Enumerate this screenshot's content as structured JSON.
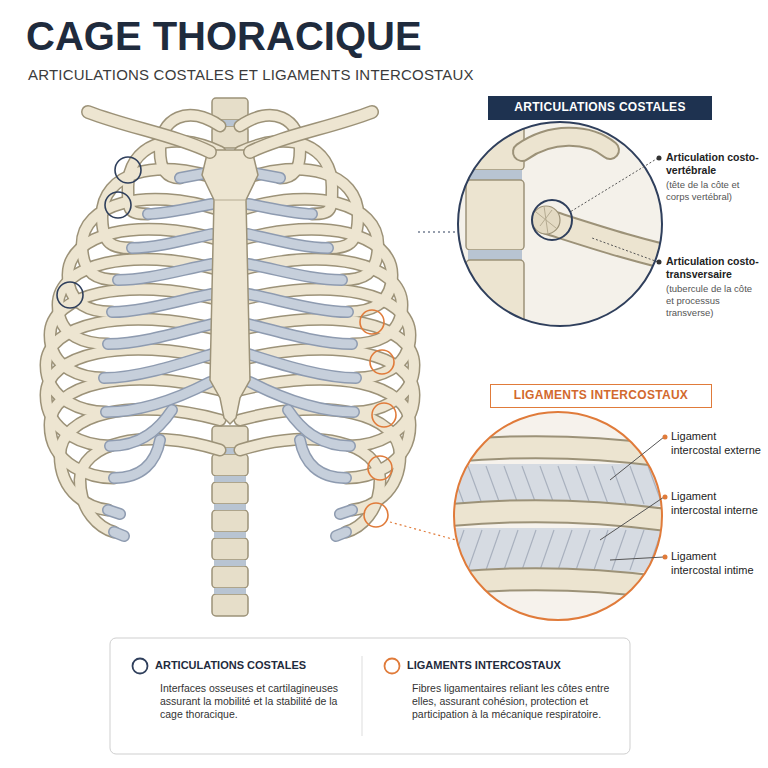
{
  "diagram": {
    "title": "CAGE THORACIQUE",
    "caption": "ARTICULATIONS COSTALES ET LIGAMENTS INTERCOSTAUX",
    "nodes": [
      {
        "text": [
          "ARTICULATIONS COSTALES"
        ]
      },
      {
        "text": [
          "LIGAMENTS INTERCOSTAUX"
        ]
      }
    ],
    "labels": [
      "Articulation costo-vertébrale",
      "(tête de la côte et corps vertébral)",
      "Articulation costo-transversaire",
      "(tubercule de la côte et processus transverse)",
      "Ligament intercostal externe",
      "Ligament intercostal interne",
      "Ligament intercostal intime",
      "Interfaces osseuses et cartilagineuses assurant la mobilité et la stabilité de la cage thoracique.",
      "Fibres ligamentaires reliant les côtes entre elles, assurant cohésion, protection et participation à la mécanique respiratoire."
    ],
    "legend": [
      {
        "text": "ARTICULATIONS COSTALES"
      },
      {
        "text": "LIGAMENTS INTERCOSTAUX"
      }
    ]
  }
}
